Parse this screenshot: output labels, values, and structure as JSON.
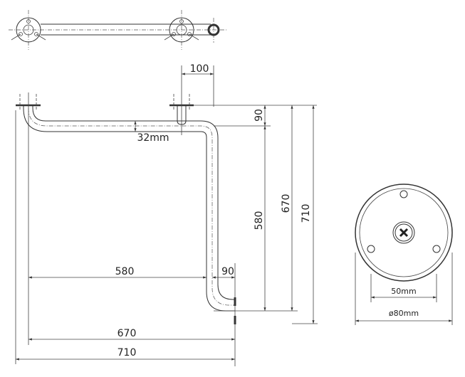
{
  "dimensions": {
    "offset_top": "100",
    "drop_top": "90",
    "tube_diameter": "32mm",
    "vertical_580": "580",
    "vertical_670": "670",
    "vertical_710": "710",
    "horizontal_580": "580",
    "horizontal_90": "90",
    "horizontal_670": "670",
    "horizontal_710": "710",
    "hole_spacing": "50mm",
    "flange_diameter": "ø80mm"
  },
  "colors": {
    "line": "#333333",
    "background": "#ffffff"
  }
}
